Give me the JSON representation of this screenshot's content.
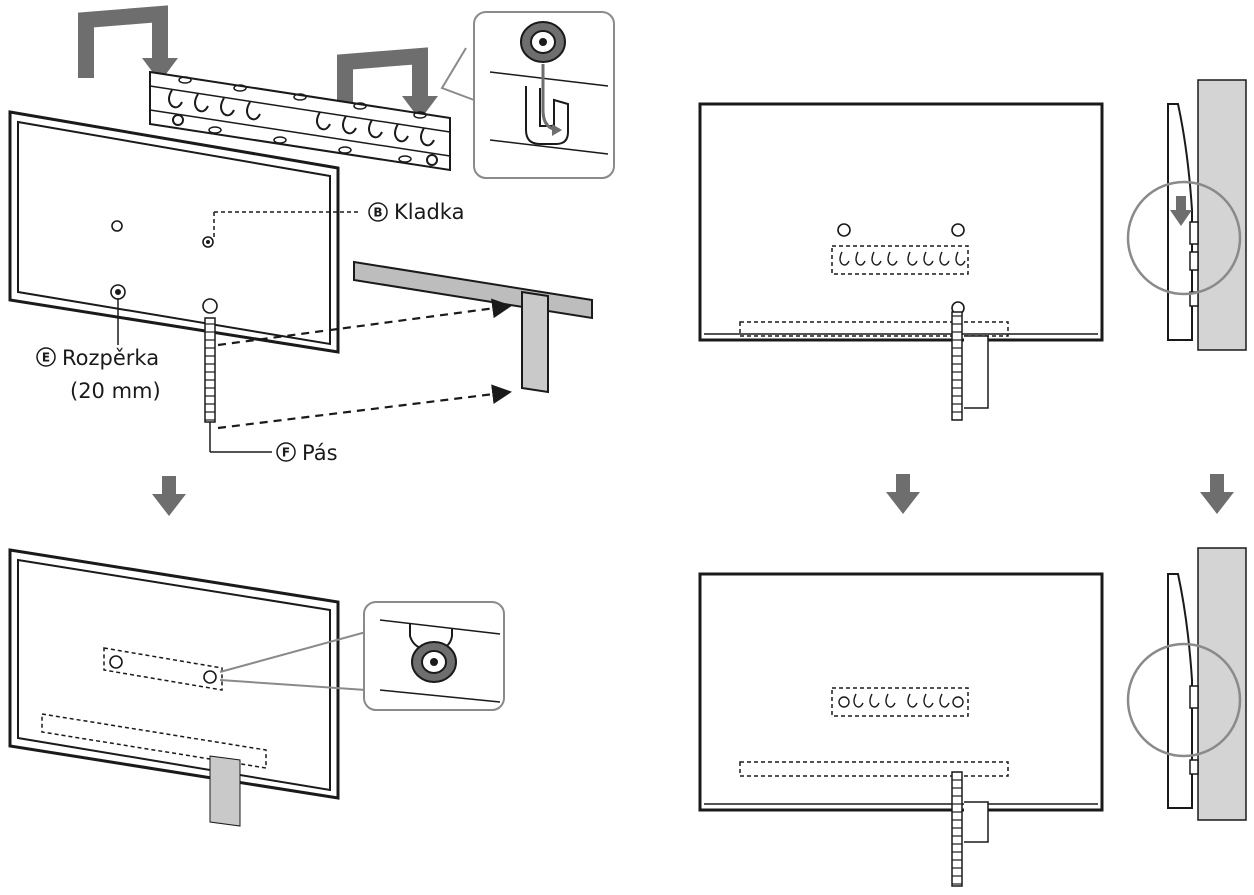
{
  "labels": {
    "pulley": {
      "badge": "B",
      "text": "Kladka"
    },
    "spacer": {
      "badge": "E",
      "text": "Rozpěrka",
      "subtext": "(20 mm)"
    },
    "belt": {
      "badge": "F",
      "text": "Pás"
    }
  },
  "colors": {
    "line": "#1a1a1a",
    "arrow_fill": "#6e6e6e",
    "wall_fill": "#d4d4d4",
    "belt_fill": "#c9c9c9",
    "callout_border": "#8a8a8a"
  }
}
